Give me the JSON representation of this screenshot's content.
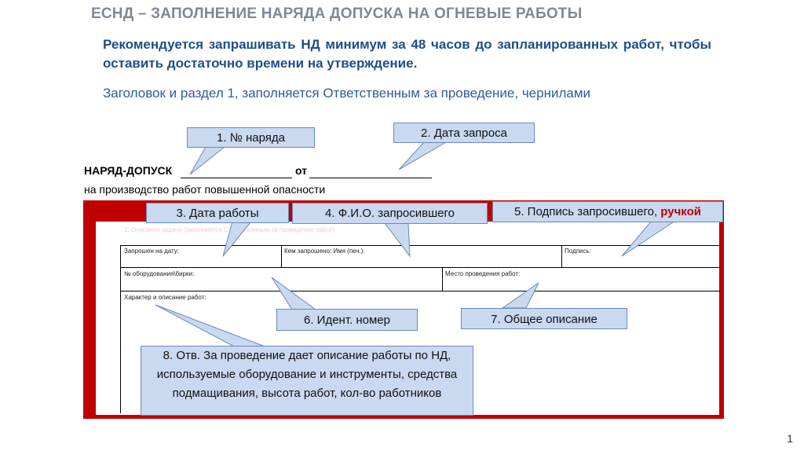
{
  "slide": {
    "title": "ЕСНД – ЗАПОЛНЕНИЕ НАРЯДА ДОПУСКА НА ОГНЕВЫЕ РАБОТЫ",
    "recommendation": "Рекомендуется запрашивать НД минимум за 48 часов до запланированных работ, чтобы оставить достаточно времени на утверждение.",
    "subtitle": "Заголовок и раздел 1, заполняется Ответственным за проведение, чернилами",
    "page_number": "1"
  },
  "form": {
    "title": "НАРЯД-ДОПУСК",
    "from_label": "от",
    "subtitle": "на производство работ повышенной опасности",
    "section_label": "1. Описание задачи (заполняется Ответственным за проведение работ)",
    "cells": {
      "requested_date": "Запрошен на дату:",
      "requested_by": "Кем запрошено:  Имя (печ.):",
      "signature": "Подпись:",
      "equipment_no": "№ оборудования\\бирки:",
      "location": "Место проведения работ:",
      "description": "Характер и описание работ:"
    }
  },
  "callouts": {
    "permit_no": "1. № наряда",
    "request_date": "2. Дата запроса",
    "work_date": "3. Дата работы",
    "requester_name": "4. Ф.И.О. запросившего",
    "requester_signature": "5. Подпись запросившего,",
    "requester_signature_emph": "ручкой",
    "ident_no": "6. Идент. номер",
    "general_description": "7. Общее описание",
    "responsible_description": "8. Отв. За проведение дает описание работы по НД, используемые оборудование и инструменты, средства подмащивания, высота работ, кол-во работников"
  },
  "colors": {
    "title_gray": "#7f8894",
    "text_blue": "#1f4e8a",
    "form_red": "#c00000",
    "callout_fill": "#c9d9f0",
    "callout_border": "#6a8ab8"
  }
}
